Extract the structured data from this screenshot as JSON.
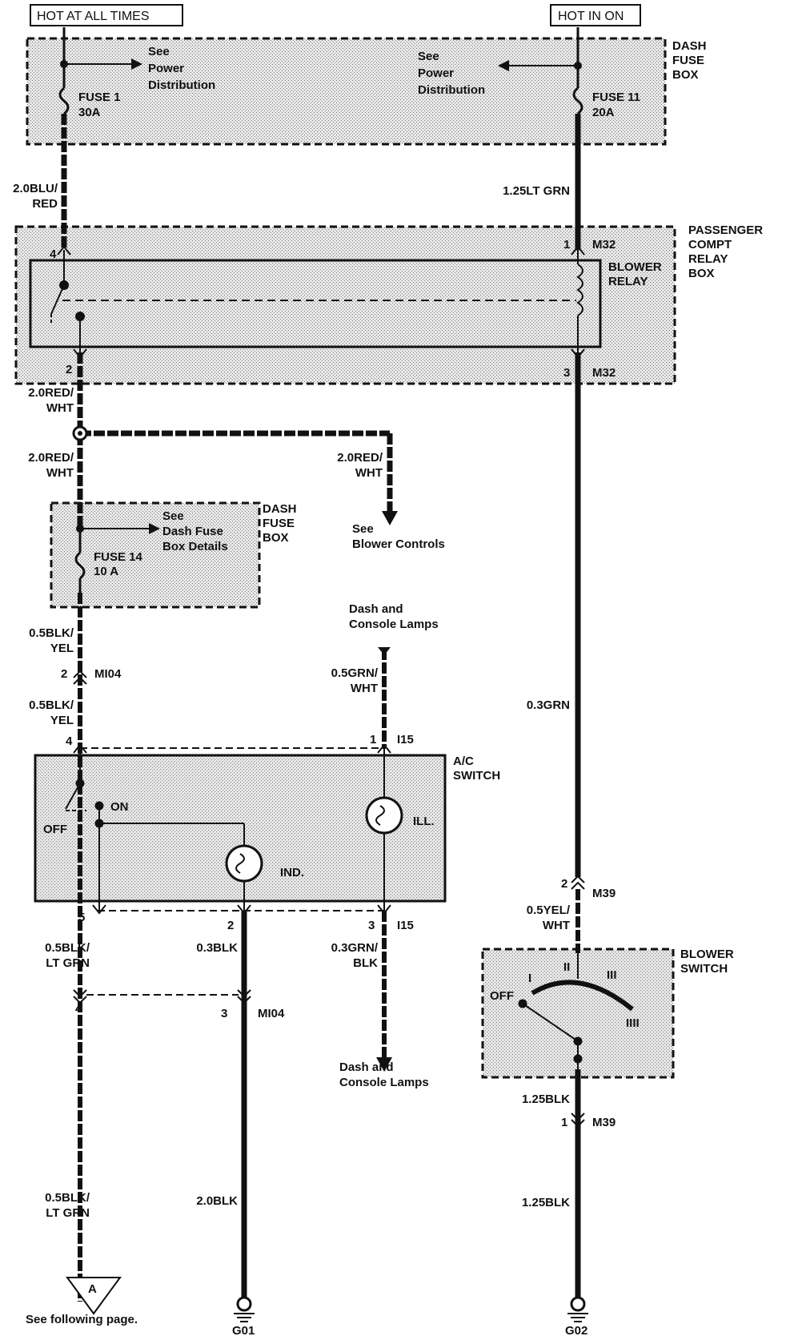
{
  "headers": {
    "left": "HOT AT ALL TIMES",
    "right": "HOT IN ON"
  },
  "boxes": {
    "dash_fuse_box": [
      "DASH",
      "FUSE",
      "BOX"
    ],
    "relay_box": [
      "PASSENGER",
      "COMPT",
      "RELAY",
      "BOX"
    ],
    "blower_relay": [
      "BLOWER",
      "RELAY"
    ],
    "dash_fuse_box_2": [
      "DASH",
      "FUSE",
      "BOX"
    ],
    "ac_switch": [
      "A/C",
      "SWITCH"
    ],
    "blower_switch": [
      "BLOWER",
      "SWITCH"
    ]
  },
  "fuses": {
    "fuse1": [
      "FUSE 1",
      "30A"
    ],
    "fuse11": [
      "FUSE 11",
      "20A"
    ],
    "fuse14": [
      "FUSE 14",
      "10 A"
    ]
  },
  "references": {
    "power_left": [
      "See",
      "Power",
      "Distribution"
    ],
    "power_right": [
      "See",
      "Power",
      "Distribution"
    ],
    "dash_fuse_details": [
      "See",
      "Dash Fuse",
      "Box Details"
    ],
    "blower_controls": [
      "See",
      "Blower Controls"
    ],
    "lamps_top": [
      "Dash and",
      "Console Lamps"
    ],
    "lamps_bottom": [
      "Dash and",
      "Console Lamps"
    ],
    "following_page": "See following page.",
    "offpage_connector": "A"
  },
  "wires": {
    "w_blu_red": [
      "2.0BLU/",
      "RED"
    ],
    "w_lt_grn_125": "1.25LT GRN",
    "w_red_wht_1": [
      "2.0RED/",
      "WHT"
    ],
    "w_red_wht_2": [
      "2.0RED/",
      "WHT"
    ],
    "w_red_wht_3": [
      "2.0RED/",
      "WHT"
    ],
    "w_blk_yel_1": [
      "0.5BLK/",
      "YEL"
    ],
    "w_blk_yel_2": [
      "0.5BLK/",
      "YEL"
    ],
    "w_grn_wht": [
      "0.5GRN/",
      "WHT"
    ],
    "w_grn_03": "0.3GRN",
    "w_yel_wht": [
      "0.5YEL/",
      "WHT"
    ],
    "w_blk_ltgrn_1": [
      "0.5BLK/",
      "LT GRN"
    ],
    "w_blk_03": "0.3BLK",
    "w_grn_blk": [
      "0.3GRN/",
      "BLK"
    ],
    "w_blk_ltgrn_2": [
      "0.5BLK/",
      "LT GRN"
    ],
    "w_blk_20": "2.0BLK",
    "w_blk_125_a": "1.25BLK",
    "w_blk_125_b": "1.25BLK"
  },
  "connectors": {
    "m32": "M32",
    "m104": "MI04",
    "i15": "I15",
    "m39": "M39"
  },
  "pins": {
    "p4_relay": "4",
    "p1_relay": "1",
    "p2_relay": "2",
    "p3_relay": "3",
    "p2_m104": "2",
    "p4_ac": "4",
    "p1_i15": "1",
    "p5_ac": "5",
    "p2_ac": "2",
    "p3_i15": "3",
    "p4_m104": "4",
    "p3_m104": "3",
    "p2_m39": "2",
    "p1_m39": "1"
  },
  "switch_labels": {
    "on": "ON",
    "off": "OFF",
    "ind": "IND.",
    "ill": "ILL.",
    "bs_off": "OFF",
    "bs_1": "I",
    "bs_2": "II",
    "bs_3": "III",
    "bs_4": "IIII"
  },
  "grounds": {
    "g01": "G01",
    "g02": "G02"
  }
}
